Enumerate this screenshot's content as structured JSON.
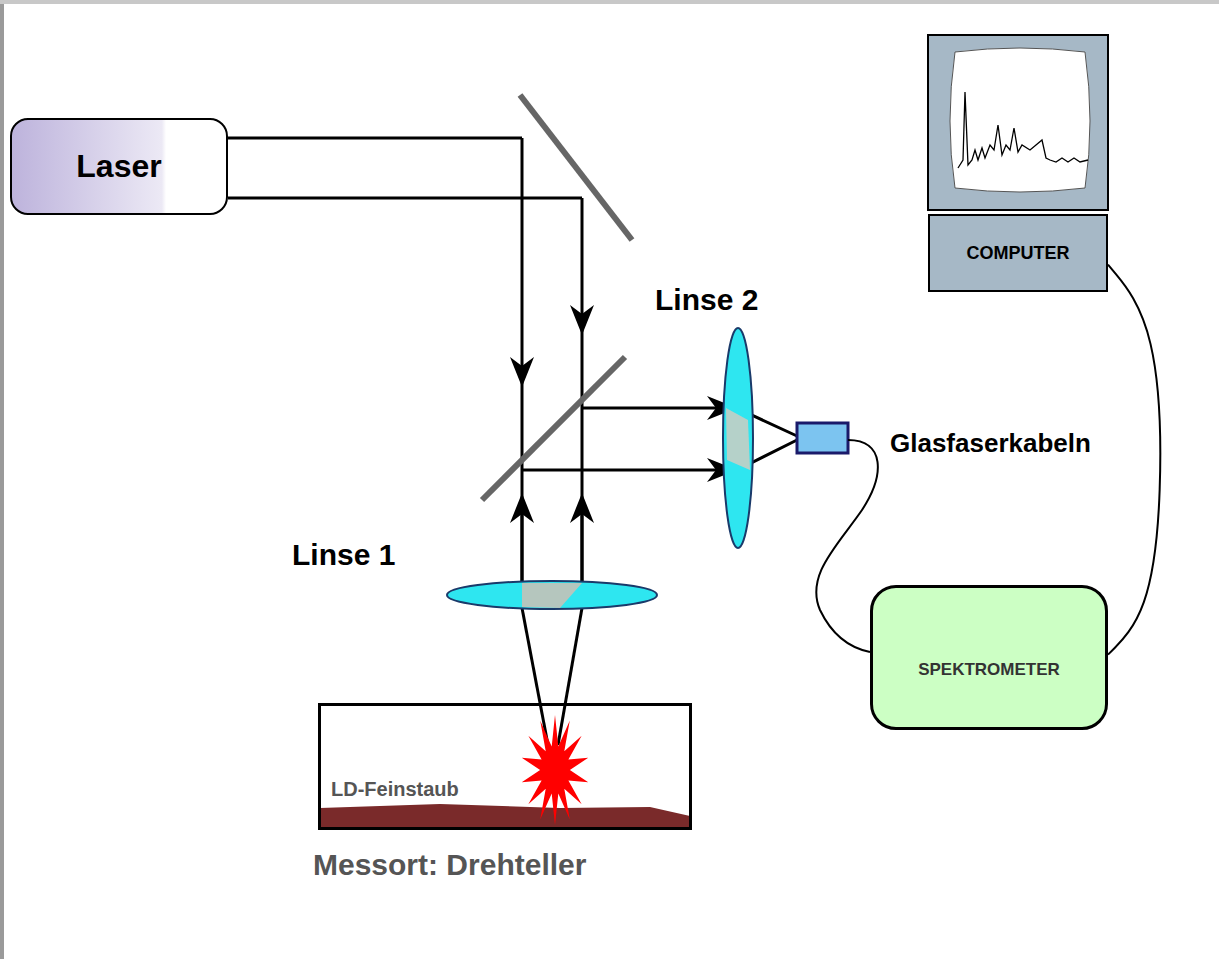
{
  "diagram": {
    "nodes": [
      {
        "text": [
          "Laser"
        ]
      },
      {
        "text": [
          "COMPUTER"
        ]
      },
      {
        "text": [
          "SPEKTROMETER"
        ]
      },
      {
        "text": [
          "LD-Feinstaub"
        ]
      }
    ],
    "edges": [
      {
        "from": 2,
        "to": 1,
        "arrow": "none"
      }
    ],
    "labels": [
      "Linse 2",
      "Linse 1",
      "Glasfaserkabeln",
      "Messort: Drehteller"
    ]
  }
}
